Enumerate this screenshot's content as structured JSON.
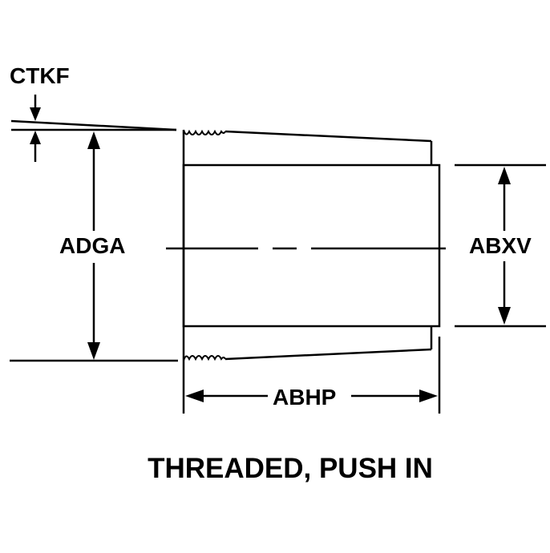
{
  "diagram": {
    "caption": "THREADED, PUSH IN",
    "dimensions": {
      "ctkf": "CTKF",
      "adga": "ADGA",
      "abxv": "ABXV",
      "abhp": "ABHP"
    }
  }
}
